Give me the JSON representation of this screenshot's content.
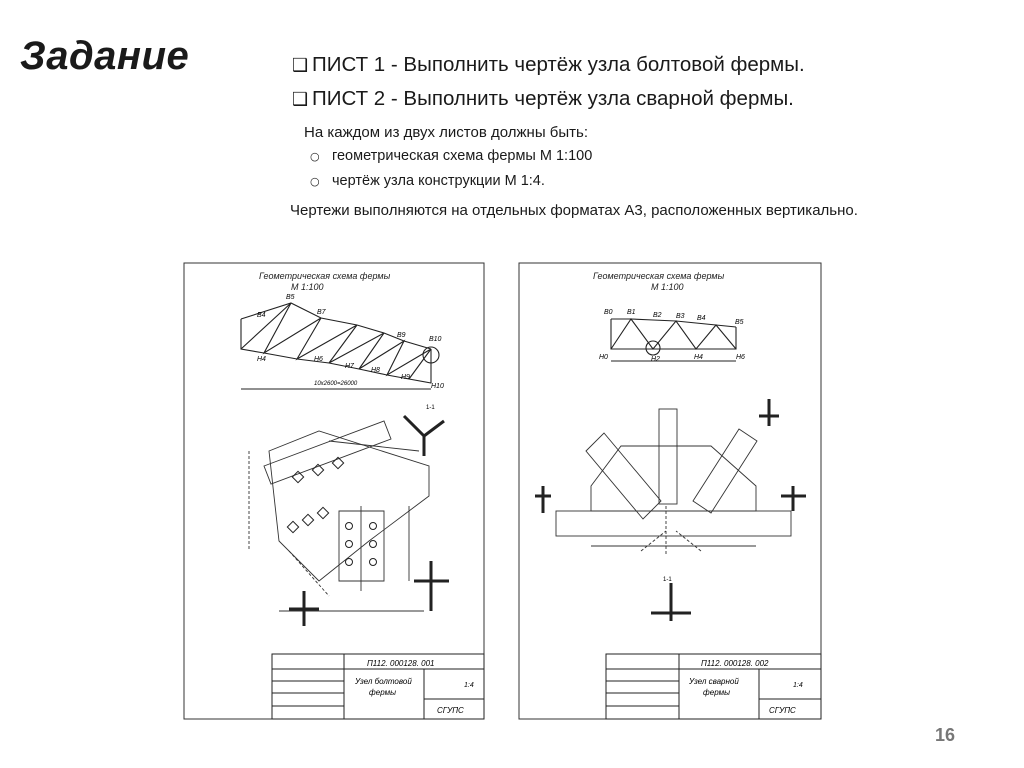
{
  "slide": {
    "title": "Задание",
    "page_number": "16",
    "bullets": [
      "ПИСТ 1 - Выполнить чертёж узла болтовой фермы.",
      "ПИСТ 2 - Выполнить чертёж узла сварной фермы."
    ],
    "intro": "На каждом из двух листов должны быть:",
    "sub_items": [
      "геометрическая схема фермы    М 1:100",
      "чертёж узла  конструкции  М 1:4."
    ],
    "note": "Чертежи выполняются на отдельных форматах А3, расположенных вертикально."
  },
  "sheet1": {
    "scheme_title": "Геометрическая схема фермы",
    "scale": "М 1:100",
    "top_nodes": [
      "B4",
      "B5",
      "B7",
      "B9",
      "B10"
    ],
    "bottom_nodes": [
      "H4",
      "H6",
      "H7",
      "H8",
      "H9",
      "H10"
    ],
    "dimension": "10х2600=26000",
    "section_label": "1-1",
    "stamp_code": "П112. 000128. 001",
    "stamp_title_1": "Узел болтовой",
    "stamp_title_2": "фермы",
    "stamp_scale": "1:4",
    "stamp_org": "СГУПС"
  },
  "sheet2": {
    "scheme_title": "Геометрическая схема фермы",
    "scale": "М 1:100",
    "top_nodes": [
      "B0",
      "B1",
      "B2",
      "B3",
      "B4",
      "B5"
    ],
    "bottom_nodes": [
      "H0",
      "H2",
      "H4",
      "H6"
    ],
    "section_label": "1-1",
    "stamp_code": "П112. 000128. 002",
    "stamp_title_1": "Узел сварной",
    "stamp_title_2": "фермы",
    "stamp_scale": "1:4",
    "stamp_org": "СГУПС"
  }
}
